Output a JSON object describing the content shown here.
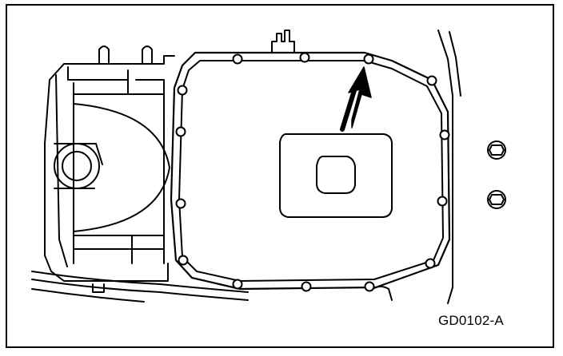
{
  "figure": {
    "id_label": "GD0102-A"
  },
  "colors": {
    "line": "#000000",
    "fill": "#ffffff",
    "arrow": "#000000"
  },
  "parts": {
    "oil_pan": {
      "visible": true
    },
    "arrow_target": "bolt-top-right-of-pan",
    "spare_bolts": 2
  }
}
